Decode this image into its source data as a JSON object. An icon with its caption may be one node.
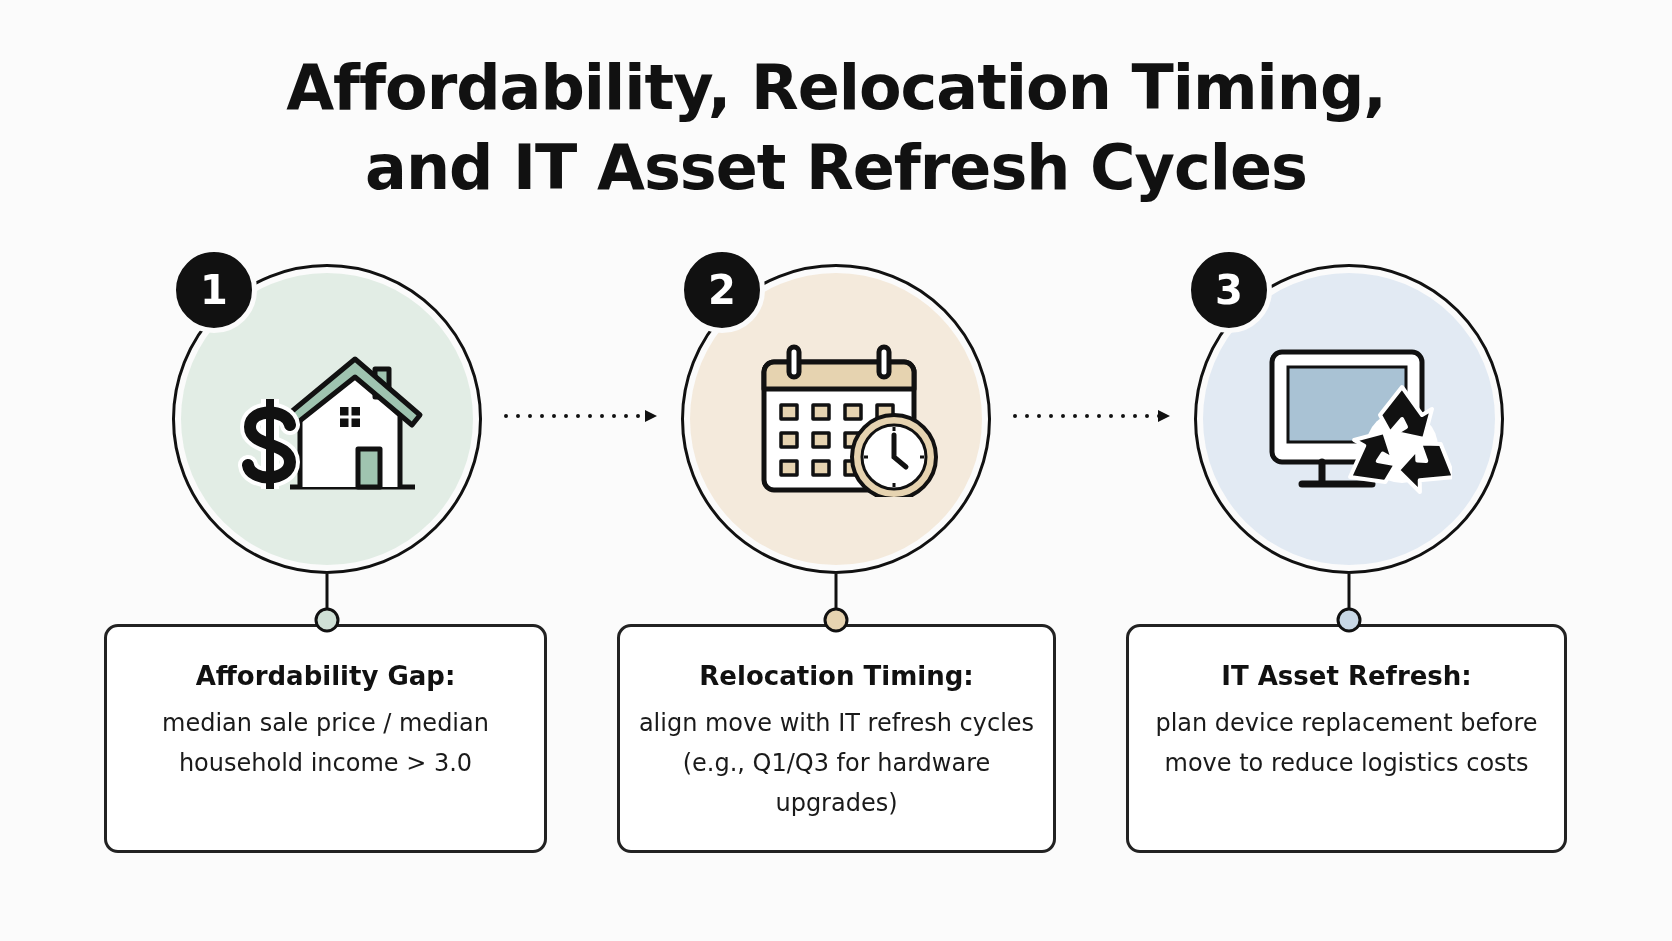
{
  "diagram": {
    "title": "Affordability, Relocation Timing, and IT Asset Refresh Cycles",
    "nodes": [
      {
        "text": [
          "1"
        ]
      },
      {
        "text": [],
        "shape": "circle"
      },
      {
        "text": [
          "2"
        ]
      },
      {
        "text": [],
        "shape": "circle"
      },
      {
        "text": [
          "3"
        ]
      },
      {
        "text": [],
        "shape": "circle"
      },
      {
        "text": [
          "Affordability Gap:",
          "median sale price / median household income > 3.0"
        ]
      },
      {
        "text": [
          "Relocation Timing:",
          "align move with IT refresh cycles (e.g., Q1/Q3 for hardware upgrades)"
        ]
      },
      {
        "text": [
          "IT Asset Refresh:",
          "plan device replacement before move to reduce logistics costs"
        ]
      }
    ],
    "edges": [
      {
        "from": 1,
        "to": 3,
        "arrow": "to",
        "style": "dashed"
      },
      {
        "from": 3,
        "to": 5,
        "arrow": "to",
        "style": "dashed"
      },
      {
        "from": 1,
        "to": 6,
        "arrow": "other"
      },
      {
        "from": 3,
        "to": 7,
        "arrow": "other"
      },
      {
        "from": 5,
        "to": 8,
        "arrow": "other"
      }
    ]
  }
}
